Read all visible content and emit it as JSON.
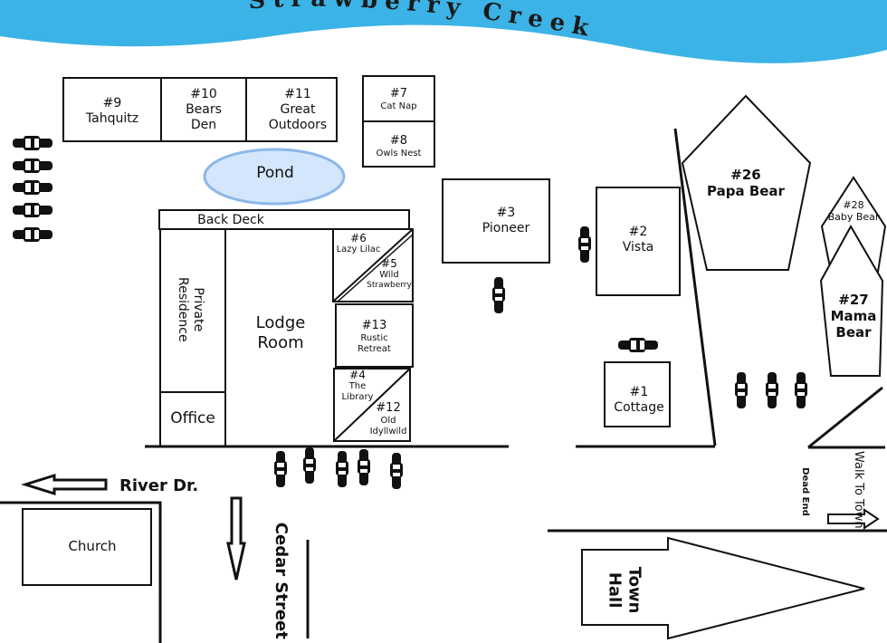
{
  "creek": {
    "name": "Strawberry Creek",
    "color": "#3bb3e6"
  },
  "pond": {
    "name": "Pond",
    "color": "#d3e6fb",
    "stroke": "#8cb8e8"
  },
  "buildings": {
    "tahquitz": {
      "number": "#9",
      "name": "Tahquitz"
    },
    "bears_den": {
      "number": "#10",
      "name_1": "Bears",
      "name_2": "Den"
    },
    "great_outdoors": {
      "number": "#11",
      "name_1": "Great",
      "name_2": "Outdoors"
    },
    "cat_nap": {
      "number": "#7",
      "name": "Cat Nap"
    },
    "owls_nest": {
      "number": "#8",
      "name": "Owls Nest"
    },
    "pioneer": {
      "number": "#3",
      "name": "Pioneer"
    },
    "vista": {
      "number": "#2",
      "name": "Vista"
    },
    "papa_bear": {
      "number": "#26",
      "name": "Papa Bear"
    },
    "baby_bear": {
      "number": "#28",
      "name": "Baby Bear"
    },
    "mama_bear": {
      "number": "#27",
      "name_1": "Mama",
      "name_2": "Bear"
    },
    "cottage": {
      "number": "#1",
      "name": "Cottage"
    },
    "back_deck": {
      "name": "Back Deck"
    },
    "private_residence": {
      "name_1": "Private",
      "name_2": "Residence"
    },
    "office": {
      "name": "Office"
    },
    "lodge_room": {
      "name_1": "Lodge",
      "name_2": "Room"
    },
    "lazy_lilac": {
      "number": "#6",
      "name": "Lazy Lilac"
    },
    "wild_strawberry": {
      "number": "#5",
      "name_1": "Wild",
      "name_2": "Strawberry"
    },
    "rustic_retreat": {
      "number": "#13",
      "name_1": "Rustic",
      "name_2": "Retreat"
    },
    "the_library": {
      "number": "#4",
      "name_1": "The",
      "name_2": "Library"
    },
    "old_idyllwild": {
      "number": "#12",
      "name_1": "Old",
      "name_2": "Idyllwild"
    },
    "church": {
      "name": "Church"
    },
    "town_hall": {
      "name_1": "Town",
      "name_2": "Hall"
    }
  },
  "streets": {
    "river_dr": "River Dr.",
    "cedar_street": "Cedar Street",
    "walk_to_town": "Walk To Town",
    "dead_end": "Dead End"
  }
}
